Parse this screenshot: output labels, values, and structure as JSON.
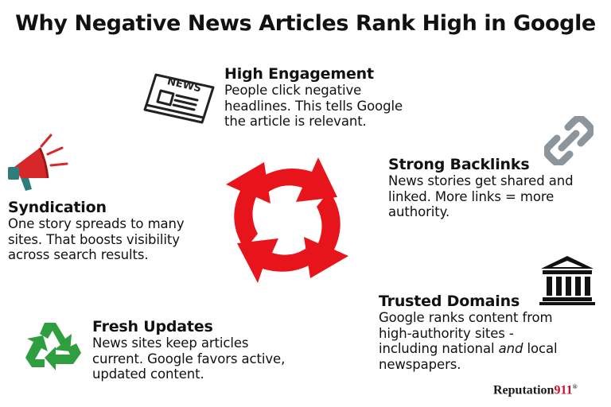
{
  "title": "Why Negative News Articles Rank High in Google",
  "colors": {
    "accent_red": "#E8141B",
    "icon_gray": "#8C959C",
    "icon_dark": "#222222",
    "recycle_green": "#2E9E3F",
    "megaphone_red": "#D62828",
    "megaphone_teal": "#2E7D7A"
  },
  "center_icon": "red-circular-arrows",
  "blocks": {
    "high_engagement": {
      "icon": "newspaper-icon",
      "heading": "High Engagement",
      "lines": [
        "People click negative",
        "headlines. This tells Google",
        "the article is relevant."
      ],
      "icon_text": "NEWS"
    },
    "strong_backlinks": {
      "icon": "chain-link-icon",
      "heading": "Strong Backlinks",
      "lines": [
        "News stories get shared and",
        "linked. More links = more",
        "authority."
      ]
    },
    "syndication": {
      "icon": "megaphone-icon",
      "heading": "Syndication",
      "lines": [
        "One story spreads to many",
        "sites. That boosts visibility",
        "across search results."
      ]
    },
    "trusted_domains": {
      "icon": "bank-building-icon",
      "heading": "Trusted Domains",
      "lines": [
        "Google ranks content from",
        "high-authority sites -",
        "including national"
      ],
      "line3_em": "and",
      "line3_tail": " local",
      "line4": "newspapers."
    },
    "fresh_updates": {
      "icon": "recycle-icon",
      "heading": "Fresh Updates",
      "lines": [
        "News sites keep articles",
        "current. Google favors active,",
        "updated content."
      ]
    }
  },
  "brand": {
    "name": "Reputation",
    "number": "911",
    "mark": "®"
  }
}
